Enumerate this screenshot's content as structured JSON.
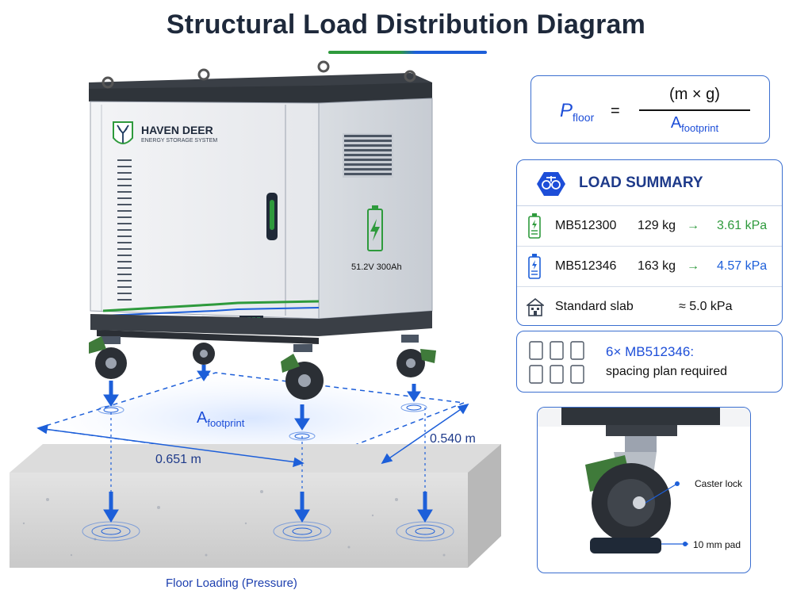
{
  "title": "Structural Load Distribution Diagram",
  "formula": {
    "p_symbol": "P",
    "p_sub": "floor",
    "equals": "=",
    "numerator": "(m × g)",
    "den_symbol": "A",
    "den_sub": "footprint"
  },
  "cabinet": {
    "brand": "HAVEN DEER",
    "brand_sub": "ENERGY STORAGE SYSTEM",
    "battery_label": "51.2V 300Ah"
  },
  "dimensions": {
    "footprint_symbol": "A",
    "footprint_sub": "footprint",
    "length": "0.651 m",
    "width": "0.540 m"
  },
  "caption": "Floor Loading (Pressure)",
  "load_summary": {
    "title": "LOAD SUMMARY",
    "rows": [
      {
        "model": "MB512300",
        "mass": "129 kg",
        "arrow": "→",
        "pressure": "3.61 kPa",
        "color": "#2e9a3c"
      },
      {
        "model": "MB512346",
        "mass": "163 kg",
        "arrow": "→",
        "pressure": "4.57 kPa",
        "color": "#1d5fd9"
      }
    ],
    "slab": {
      "label": "Standard slab",
      "value": "≈ 5.0 kPa"
    }
  },
  "warning": {
    "line1": "6×  MB512346:",
    "line2": "spacing plan required"
  },
  "detail": {
    "caster_lock": "Caster lock",
    "pad": "10 mm pad"
  },
  "colors": {
    "accent_blue": "#1d5fd9",
    "accent_green": "#2e9a3c",
    "title": "#1e293b"
  }
}
